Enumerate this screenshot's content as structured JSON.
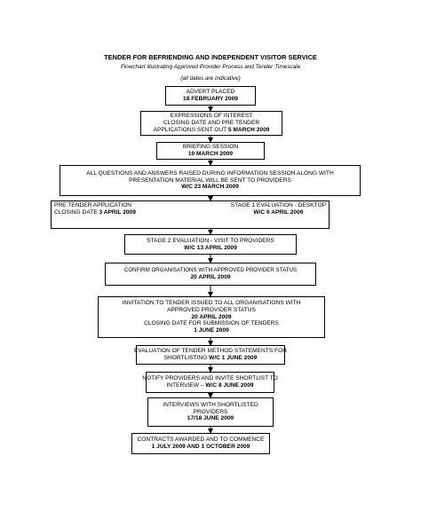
{
  "header": {
    "title": "TENDER FOR BEFRIENDING AND INDEPENDENT VISITOR SERVICE",
    "subtitle": "Flowchart illustrating Approved Provider Process and Tender Timescale",
    "note": "(all dates are indicative)"
  },
  "steps": [
    {
      "line1": "ADVERT PLACED",
      "line2": "18 FEBRUARY 2009"
    },
    {
      "line1": "EXPRESSIONS OF INTEREST",
      "line2": "CLOSING DATE AND PRE TENDER",
      "line3_text": "APPLICATIONS SENT OUT ",
      "line3_bold": "5 MARCH 2009"
    },
    {
      "line1": "BRIEFING SESSION",
      "line2": "19 MARCH 2009"
    },
    {
      "line1": "ALL QUESTIONS AND ANSWERS RAISED DURING INFORMATION SESSION ALONG WITH",
      "line2": "PRESENTATION MATERIAL WILL BE SENT TO PROVIDERS",
      "line3": "W/C 23 MARCH 2009"
    },
    {
      "left": {
        "line1": "PRE TENDER APPLICATION",
        "line2_text": "CLOSING DATE ",
        "line2_bold": "3 APRIL 2009"
      },
      "right": {
        "line1": "STAGE 1 EVALUATION - DESKTOP",
        "line2": "W/C 6 APRIL 2009"
      }
    },
    {
      "line1": "STAGE 2 EVALUATION - VISIT TO PROVIDERS",
      "line2": "W/C 13 APRIL 2009"
    },
    {
      "line1": "CONFIRM ORGANISATIONS WITH APPROVED PROVIDER STATUS",
      "line2": "20 APRIL 2009"
    },
    {
      "line1": "INVITATION TO TENDER ISSUED TO ALL ORGANISATIONS WITH",
      "line2": "APPROVED PROVIDER STATUS",
      "line3": "20 APRIL 2009",
      "line4": "CLOSING DATE FOR SUBMISSION OF TENDERS",
      "line5": "1 JUNE 2009"
    },
    {
      "line1": "EVALUATION OF TENDER METHOD STATEMENTS FOR",
      "line2_text": "SHORTLISTING ",
      "line2_bold": "W/C 1 JUNE 2009"
    },
    {
      "line1": "NOTIFY PROVIDERS AND INVITE SHORTLIST TO",
      "line2_text": "INTERVIEW – ",
      "line2_bold": "W/C 8 JUNE 2009"
    },
    {
      "line1": "INTERVIEWS WITH SHORTLISTED",
      "line2": "PROVIDERS",
      "line3": "17/18 JUNE 2009"
    },
    {
      "line1": "CONTRACTS AWARDED AND TO COMMENCE",
      "line2": "1 JULY 2009 AND 1 OCTOBER 2009"
    }
  ]
}
